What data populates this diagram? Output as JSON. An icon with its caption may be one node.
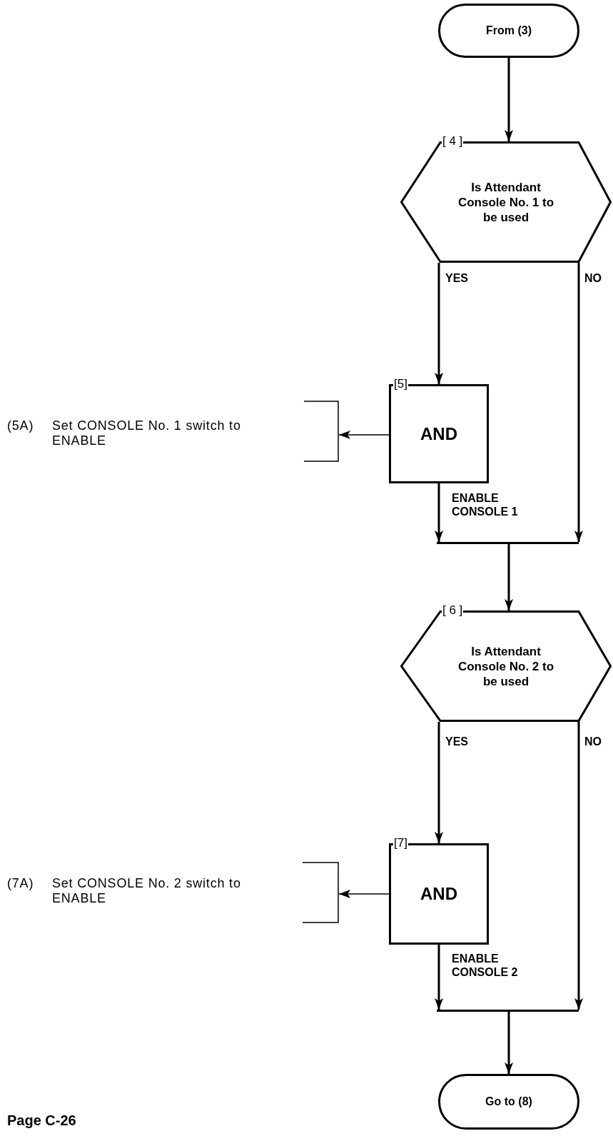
{
  "diagram": {
    "nodes": [
      {
        "text": [
          "From (3)"
        ]
      },
      {
        "text": [
          "[ 4 ]",
          "Is Attendant Console No. 1 to be used"
        ]
      },
      {
        "text": [
          "[5]",
          "AND"
        ]
      },
      {
        "text": [],
        "shape": "bracket",
        "beside": [
          "(5A)",
          "Set CONSOLE No. 1 switch to ENABLE"
        ]
      },
      {
        "text": [],
        "shape": "bar"
      },
      {
        "text": [
          "[ 6 ]",
          "Is Attendant Console No. 2 to be used"
        ]
      },
      {
        "text": [
          "[7]",
          "AND"
        ]
      },
      {
        "text": [],
        "shape": "bracket",
        "beside": [
          "(7A)",
          "Set CONSOLE No. 2 switch to ENABLE"
        ]
      },
      {
        "text": [],
        "shape": "bar"
      },
      {
        "text": [
          "Go to (8)"
        ]
      }
    ],
    "edges": [
      {
        "from": 0,
        "to": 1,
        "arrow": "to"
      },
      {
        "from": 1,
        "to": 2,
        "arrow": "to",
        "label": "YES"
      },
      {
        "from": 1,
        "to": 4,
        "arrow": "to",
        "label": "NO"
      },
      {
        "from": 2,
        "to": 3,
        "arrow": "to"
      },
      {
        "from": 2,
        "to": 4,
        "arrow": "to",
        "label": "ENABLE CONSOLE 1"
      },
      {
        "from": 4,
        "to": 5,
        "arrow": "to"
      },
      {
        "from": 5,
        "to": 6,
        "arrow": "to",
        "label": "YES"
      },
      {
        "from": 5,
        "to": 8,
        "arrow": "to",
        "label": "NO"
      },
      {
        "from": 6,
        "to": 7,
        "arrow": "to"
      },
      {
        "from": 6,
        "to": 8,
        "arrow": "to",
        "label": "ENABLE CONSOLE 2"
      },
      {
        "from": 8,
        "to": 9,
        "arrow": "to"
      }
    ],
    "labels": [
      "Page C-26"
    ]
  }
}
